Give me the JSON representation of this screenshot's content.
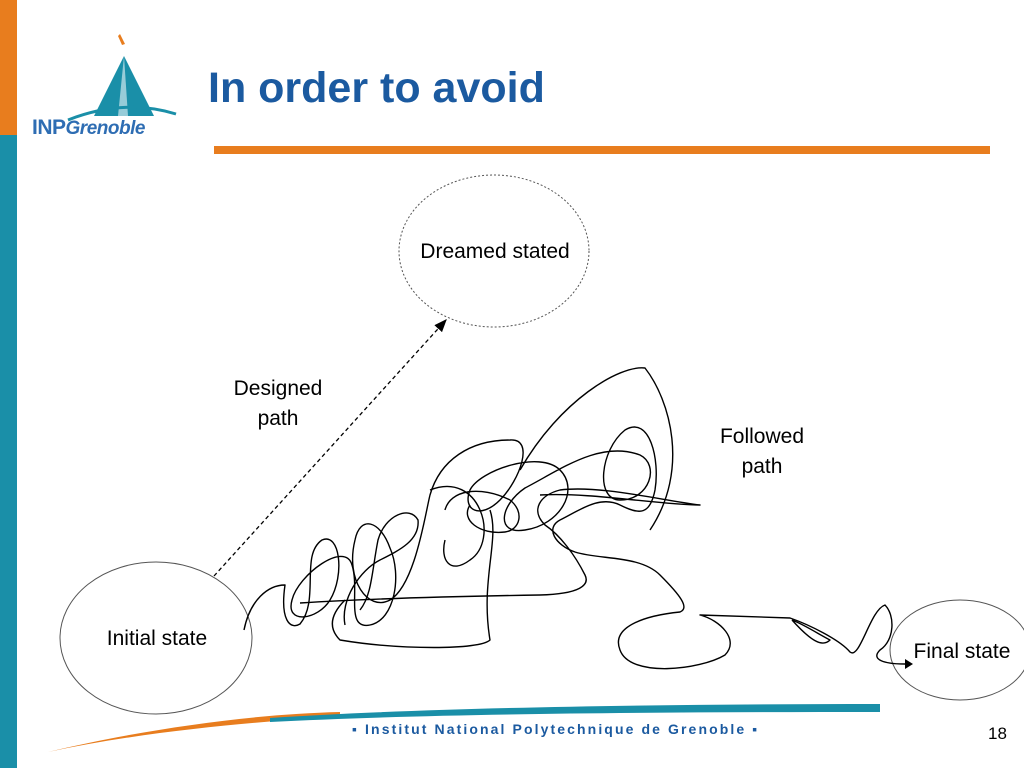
{
  "slide": {
    "title": "In order to avoid",
    "page_number": "18",
    "footer": "▪ Institut National Polytechnique de Grenoble ▪"
  },
  "logo": {
    "name": "INP",
    "name_suffix": "Grenoble"
  },
  "diagram": {
    "dreamed_state": "Dreamed stated",
    "initial_state": "Initial state",
    "final_state": "Final state",
    "designed_path": [
      "Designed",
      "path"
    ],
    "followed_path": [
      "Followed",
      "path"
    ]
  },
  "colors": {
    "brand_orange": "#e87d1e",
    "brand_teal": "#1a8fa8",
    "title_blue": "#1b5aa0",
    "logo_blue": "#2e6db3"
  }
}
